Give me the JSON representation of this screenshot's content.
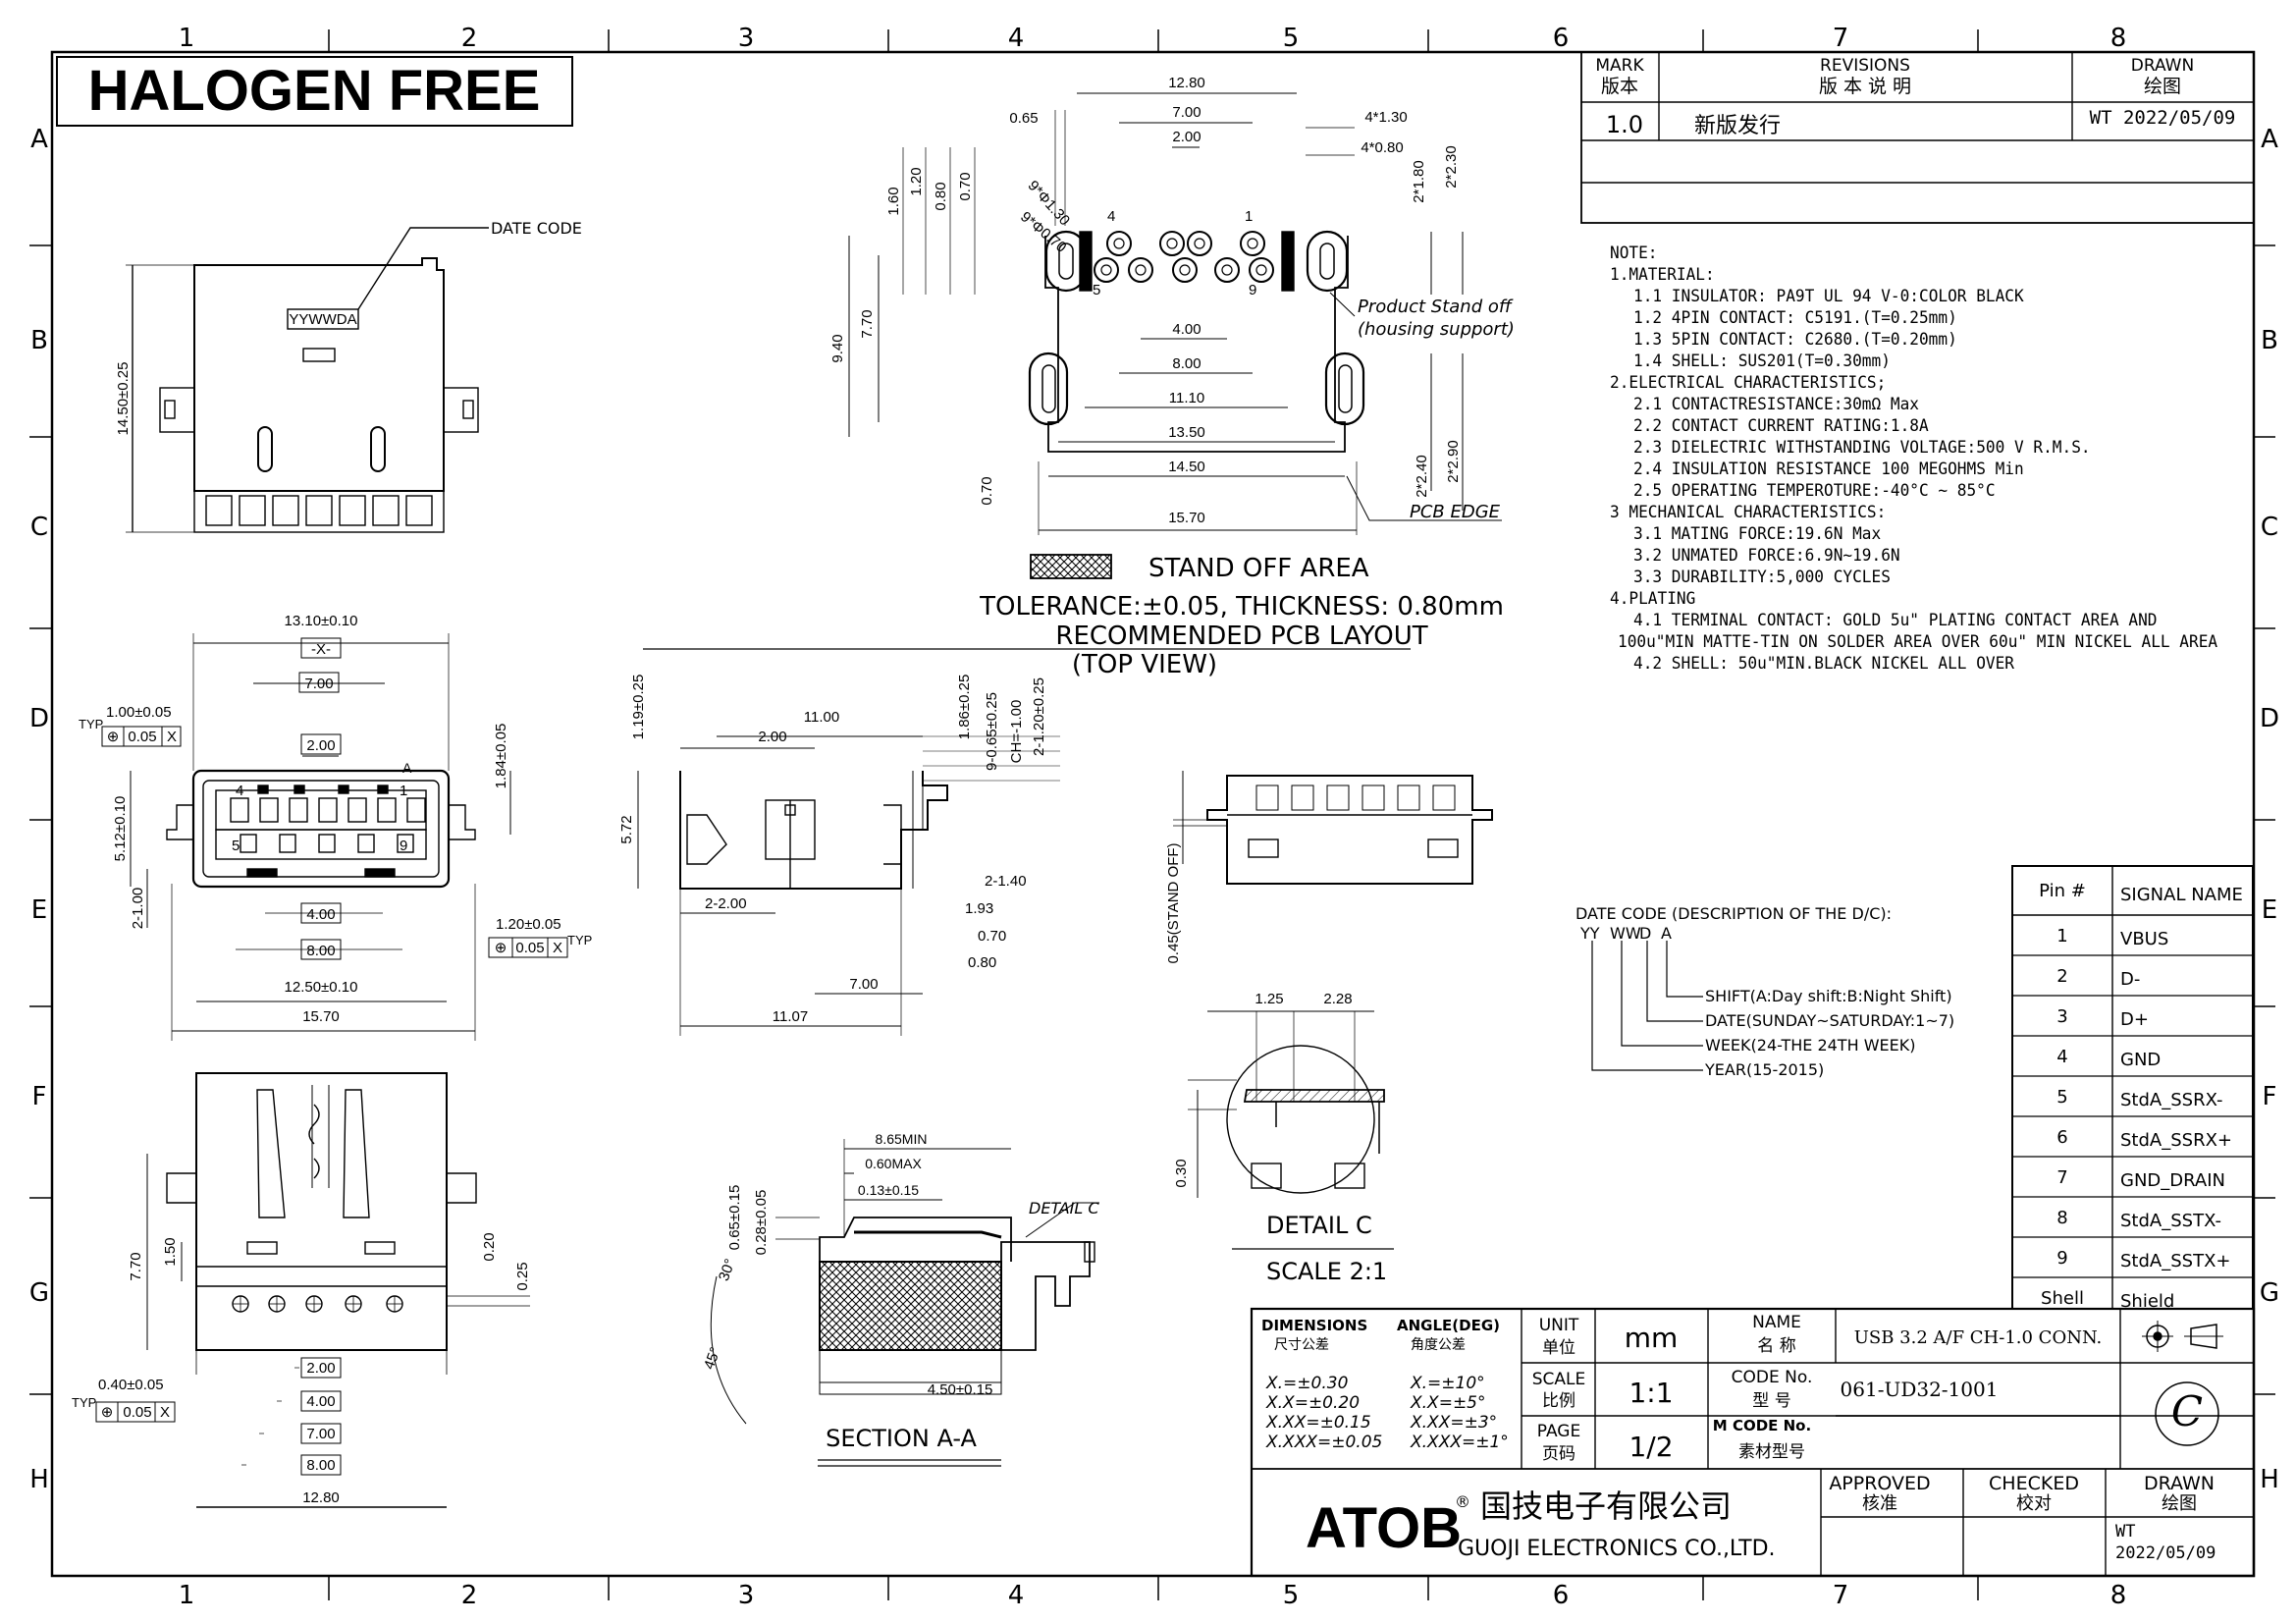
{
  "frame": {
    "columns": [
      "1",
      "2",
      "3",
      "4",
      "5",
      "6",
      "7",
      "8"
    ],
    "rows": [
      "A",
      "B",
      "C",
      "D",
      "E",
      "F",
      "G",
      "H"
    ]
  },
  "halogen": "HALOGEN FREE",
  "revisions": {
    "mark_header": "MARK",
    "mark_header_cn": "版本",
    "rev_header": "REVISIONS",
    "rev_header_cn": "版  本  说  明",
    "drawn_header": "DRAWN",
    "drawn_header_cn": "绘图",
    "mark": "1.0",
    "description": "新版发行",
    "drawn": "WT  2022/05/09"
  },
  "notes": [
    "NOTE:",
    "1.MATERIAL:",
    "   1.1 INSULATOR: PA9T UL 94 V-0:COLOR BLACK",
    "   1.2 4PIN CONTACT: C5191.(T=0.25mm)",
    "   1.3 5PIN CONTACT: C2680.(T=0.20mm)",
    "   1.4 SHELL: SUS201(T=0.30mm)",
    "2.ELECTRICAL CHARACTERISTICS;",
    "   2.1 CONTACTRESISTANCE:30mΩ Max",
    "   2.2 CONTACT CURRENT RATING:1.8A",
    "   2.3 DIELECTRIC WITHSTANDING VOLTAGE:500 V R.M.S.",
    "   2.4 INSULATION RESISTANCE 100 MEGOHMS Min",
    "   2.5 OPERATING TEMPEROTURE:-40°C ~ 85°C",
    "3 MECHANICAL CHARACTERISTICS:",
    "   3.1 MATING FORCE:19.6N Max",
    "   3.2 UNMATED FORCE:6.9N~19.6N",
    "   3.3 DURABILITY:5,000 CYCLES",
    "4.PLATING",
    "   4.1 TERMINAL CONTACT: GOLD 5u\" PLATING CONTACT AREA AND",
    " 100u\"MIN MATTE-TIN ON SOLDER AREA OVER 60u\" MIN NICKEL ALL AREA",
    "   4.2 SHELL: 50u\"MIN.BLACK NICKEL ALL OVER"
  ],
  "pcb_layout": {
    "standoff": "STAND  OFF  AREA",
    "tolerance": "TOLERANCE:±0.05, THICKNESS: 0.80mm",
    "title": "RECOMMENDED PCB LAYOUT",
    "subtitle": "(TOP VIEW)",
    "product_standoff_1": "Product  Stand off",
    "product_standoff_2": "(housing support)",
    "pcb_edge": "PCB EDGE",
    "dims": [
      "12.80",
      "7.00",
      "2.00",
      "0.65",
      "4*1.30",
      "4*0.80",
      "9*Φ1.30",
      "9*Φ0.70",
      "1.60",
      "1.20",
      "0.80",
      "0.70",
      "2*1.80",
      "2*2.30",
      "9.40",
      "7.70",
      "4.00",
      "8.00",
      "11.10",
      "13.50",
      "14.50",
      "15.70",
      "0.70",
      "2*2.40",
      "2*2.90"
    ],
    "pin_labels": [
      "4",
      "1",
      "5",
      "9"
    ]
  },
  "side_view": {
    "date_code": "DATE CODE",
    "stamp": "YYWWDA",
    "height": "14.50±0.25"
  },
  "front_view": {
    "dims": [
      "13.10±0.10",
      "-X-",
      "7.00",
      "1.00±0.05",
      "0.05",
      "X",
      "TYP",
      "2.00",
      "A",
      "5.12±0.10",
      "1.84±0.05",
      "2-1.00",
      "4.00",
      "8.00",
      "1.20±0.05",
      "TYP",
      "0.05",
      "X",
      "12.50±0.10",
      "15.70"
    ],
    "pins": [
      "4",
      "1",
      "5",
      "9"
    ]
  },
  "section_view": {
    "dims": [
      "11.00",
      "2.00",
      "1.19±0.25",
      "1.86±0.25",
      "9-0.65±0.25",
      "CH=-1.00",
      "2-1.20±0.25",
      "5.72",
      "2-1.40",
      "2-2.00",
      "1.93",
      "0.70",
      "0.80",
      "7.00",
      "11.07"
    ]
  },
  "standoff_view": {
    "dim": "0.45(STAND OFF)"
  },
  "bottom_view": {
    "dims": [
      "7.70",
      "1.50",
      "0.20",
      "0.25",
      "0.40±0.05",
      "TYP",
      "0.05",
      "X",
      "2.00",
      "4.00",
      "7.00",
      "8.00",
      "12.80"
    ]
  },
  "section_aa": {
    "dims": [
      "8.65MIN",
      "0.60MAX",
      "0.13±0.15",
      "0.65±0.15",
      "0.28±0.05",
      "30°",
      "45°",
      "4.50±0.15"
    ],
    "detail_label": "DETAIL  C",
    "title": "SECTION  A-A"
  },
  "detail_c": {
    "dims": [
      "1.25",
      "2.28",
      "0.30"
    ],
    "title": "DETAIL  C",
    "scale": "SCALE  2:1"
  },
  "date_code": {
    "title": "DATE CODE (DESCRIPTION OF THE D/C):",
    "parts": [
      "YY",
      "WW",
      "D",
      "A"
    ],
    "legend": [
      "SHIFT(A:Day shift:B:Night Shift)",
      "DATE(SUNDAY~SATURDAY:1~7)",
      "WEEK(24-THE 24TH WEEK)",
      "YEAR(15-2015)"
    ]
  },
  "pin_table": {
    "headers": [
      "Pin #",
      "SIGNAL NAME"
    ],
    "rows": [
      [
        "1",
        "VBUS"
      ],
      [
        "2",
        "D-"
      ],
      [
        "3",
        "D+"
      ],
      [
        "4",
        "GND"
      ],
      [
        "5",
        "StdA_SSRX-"
      ],
      [
        "6",
        "StdA_SSRX+"
      ],
      [
        "7",
        "GND_DRAIN"
      ],
      [
        "8",
        "StdA_SSTX-"
      ],
      [
        "9",
        "StdA_SSTX+"
      ],
      [
        "Shell",
        "Shield"
      ]
    ]
  },
  "title_block": {
    "dimensions": "DIMENSIONS",
    "dimensions_cn": "尺寸公差",
    "angle": "ANGLE(DEG)",
    "angle_cn": "角度公差",
    "tol_lin": [
      "X.=±0.30",
      "X.X=±0.20",
      "X.XX=±0.15",
      "X.XXX=±0.05"
    ],
    "tol_ang": [
      "X.=±10°",
      "X.X=±5°",
      "X.XX=±3°",
      "X.XXX=±1°"
    ],
    "unit": "UNIT",
    "unit_cn": "单位",
    "unit_val": "mm",
    "scale": "SCALE",
    "scale_cn": "比例",
    "scale_val": "1:1",
    "page": "PAGE",
    "page_cn": "页码",
    "page_val": "1/2",
    "name": "NAME",
    "name_cn": "名     称",
    "name_val": "USB 3.2 A/F  CH-1.0 CONN.",
    "code": "CODE No.",
    "code_cn": "型     号",
    "code_val": "061-UD32-1001",
    "mcode": "M CODE No.",
    "mcode_cn": "素材型号",
    "company_logo": "ATOB",
    "company_cn": "国技电子有限公司",
    "company_en": "GUOJI ELECTRONICS CO.,LTD.",
    "approved": "APPROVED",
    "approved_cn": "核准",
    "checked": "CHECKED",
    "checked_cn": "校对",
    "drawn": "DRAWN",
    "drawn_cn": "绘图",
    "drawn_by": "WT",
    "drawn_date": "2022/05/09",
    "copyright": "C"
  }
}
